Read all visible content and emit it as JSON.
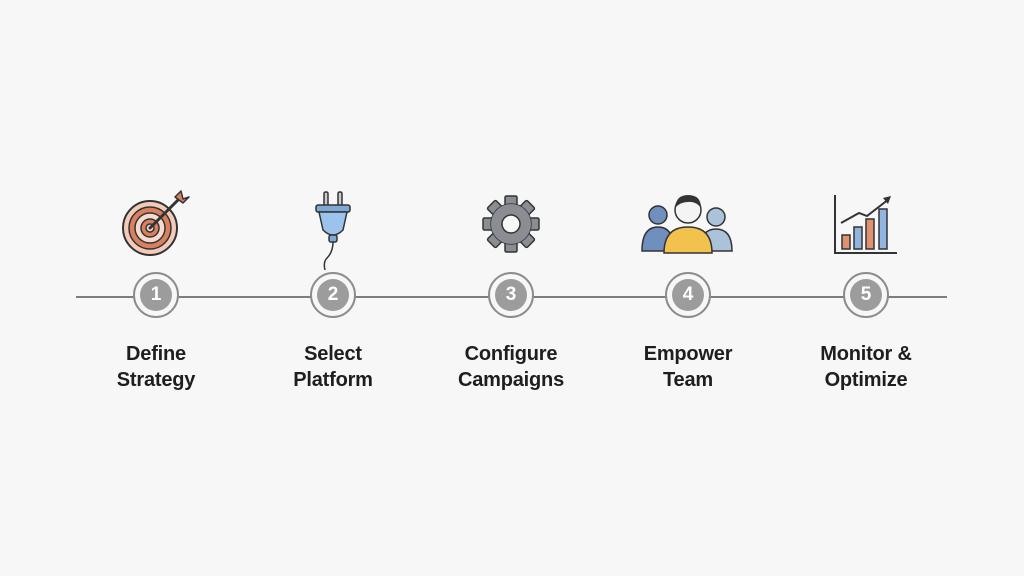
{
  "steps": [
    {
      "number": "1",
      "line1": "Define",
      "line2": "Strategy",
      "icon": "target-icon"
    },
    {
      "number": "2",
      "line1": "Select",
      "line2": "Platform",
      "icon": "plug-icon"
    },
    {
      "number": "3",
      "line1": "Configure",
      "line2": "Campaigns",
      "icon": "gear-icon"
    },
    {
      "number": "4",
      "line1": "Empower",
      "line2": "Team",
      "icon": "team-icon"
    },
    {
      "number": "5",
      "line1": "Monitor &",
      "line2": "Optimize",
      "icon": "growth-chart-icon"
    }
  ],
  "colors": {
    "line": "#7d7d7d",
    "node_fill": "#9c9c9c",
    "target": "#d9805f",
    "plug": "#9cc3ec",
    "person_main": "#f2c14e",
    "person_side": "#6f8fbf",
    "bar_orange": "#e09270",
    "bar_blue": "#8fb5e0"
  }
}
